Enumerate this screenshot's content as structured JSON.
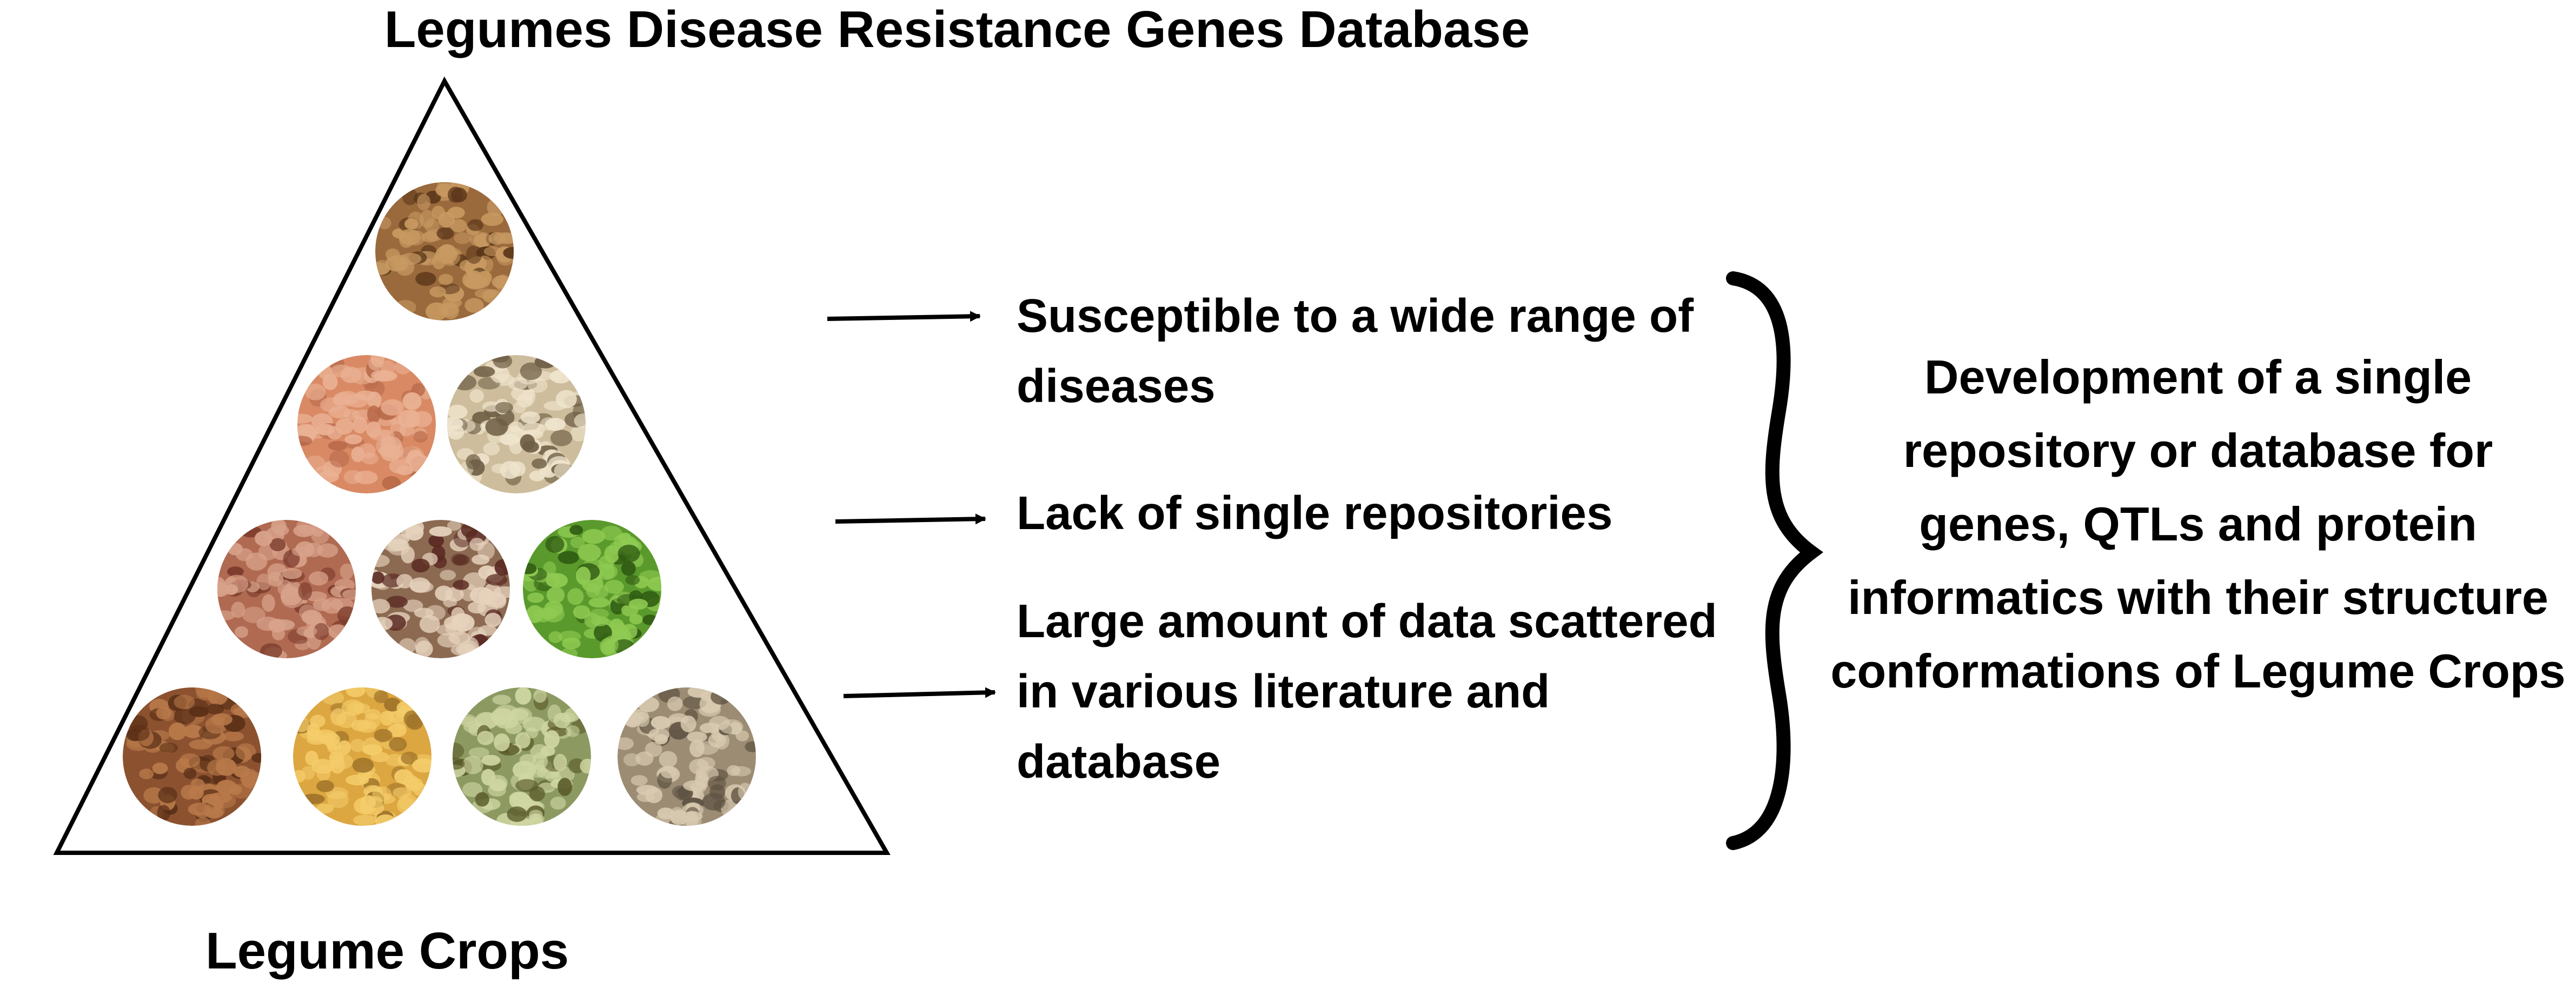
{
  "title": "Legumes Disease Resistance Genes Database",
  "pyramid_label": "Legume Crops",
  "issues": [
    "Susceptible to a wide range of diseases",
    "Lack of single repositories",
    "Large amount of data scattered in various literature and database"
  ],
  "outcome": "Development of a single repository or database for genes, QTLs and protein informatics with their structure conformations of Legume Crops",
  "seed_images": [
    {
      "name": "brown-round-seeds",
      "rows": [
        1
      ],
      "base": "#9a6a3c",
      "dot": "#c89a62",
      "speck": "#5a3618"
    },
    {
      "name": "red-lentils",
      "base": "#d98a64",
      "dot": "#eab194",
      "speck": "#b86a4a"
    },
    {
      "name": "cowpea-beans",
      "base": "#cdbd9c",
      "dot": "#efe4cc",
      "speck": "#6f5f46"
    },
    {
      "name": "red-small-seeds",
      "base": "#b06a52",
      "dot": "#d8a28a",
      "speck": "#7a3a2a"
    },
    {
      "name": "mixed-beans",
      "base": "#8c6a52",
      "dot": "#e6d2bc",
      "speck": "#5a2a22"
    },
    {
      "name": "green-peas",
      "base": "#5a9a2c",
      "dot": "#8fca52",
      "speck": "#2f5a12"
    },
    {
      "name": "brown-peas",
      "base": "#8c5230",
      "dot": "#b97a4a",
      "speck": "#5a2f16"
    },
    {
      "name": "soybeans",
      "base": "#dca640",
      "dot": "#f4cc6a",
      "speck": "#a0742a"
    },
    {
      "name": "green-lentils",
      "base": "#8c9a62",
      "dot": "#cfd6a2",
      "speck": "#5a5a2a"
    },
    {
      "name": "chickpeas",
      "base": "#9c8c74",
      "dot": "#d8cab0",
      "speck": "#5e5242"
    }
  ]
}
